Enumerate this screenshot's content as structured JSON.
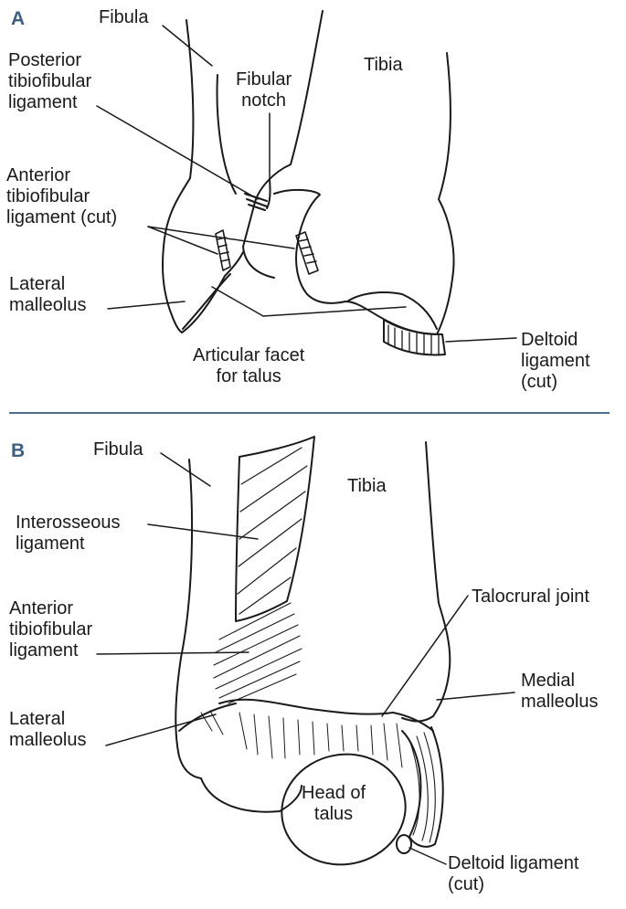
{
  "panels": [
    {
      "letter": "A",
      "labels": {
        "fibula": "Fibula",
        "tibia": "Tibia",
        "posterior_tibiofibular": "Posterior\ntibiofibular\nligament",
        "fibular_notch": "Fibular\nnotch",
        "anterior_tibiofibular_cut": "Anterior\ntibiofibular\nligament (cut)",
        "lateral_malleolus": "Lateral\nmalleolus",
        "articular_facet": "Articular facet\nfor talus",
        "deltoid_cut": "Deltoid\nligament\n(cut)"
      }
    },
    {
      "letter": "B",
      "labels": {
        "fibula": "Fibula",
        "tibia": "Tibia",
        "interosseous": "Interosseous\nligament",
        "anterior_tibiofibular": "Anterior\ntibiofibular\nligament",
        "talocrural_joint": "Talocrural joint",
        "medial_malleolus": "Medial\nmalleolus",
        "lateral_malleolus": "Lateral\nmalleolus",
        "head_of_talus": "Head of\ntalus",
        "deltoid_cut": "Deltoid ligament\n(cut)"
      }
    }
  ],
  "colors": {
    "panel_letter": "#3d5f82",
    "divider": "#4a6e90",
    "line": "#1a1a1a"
  }
}
